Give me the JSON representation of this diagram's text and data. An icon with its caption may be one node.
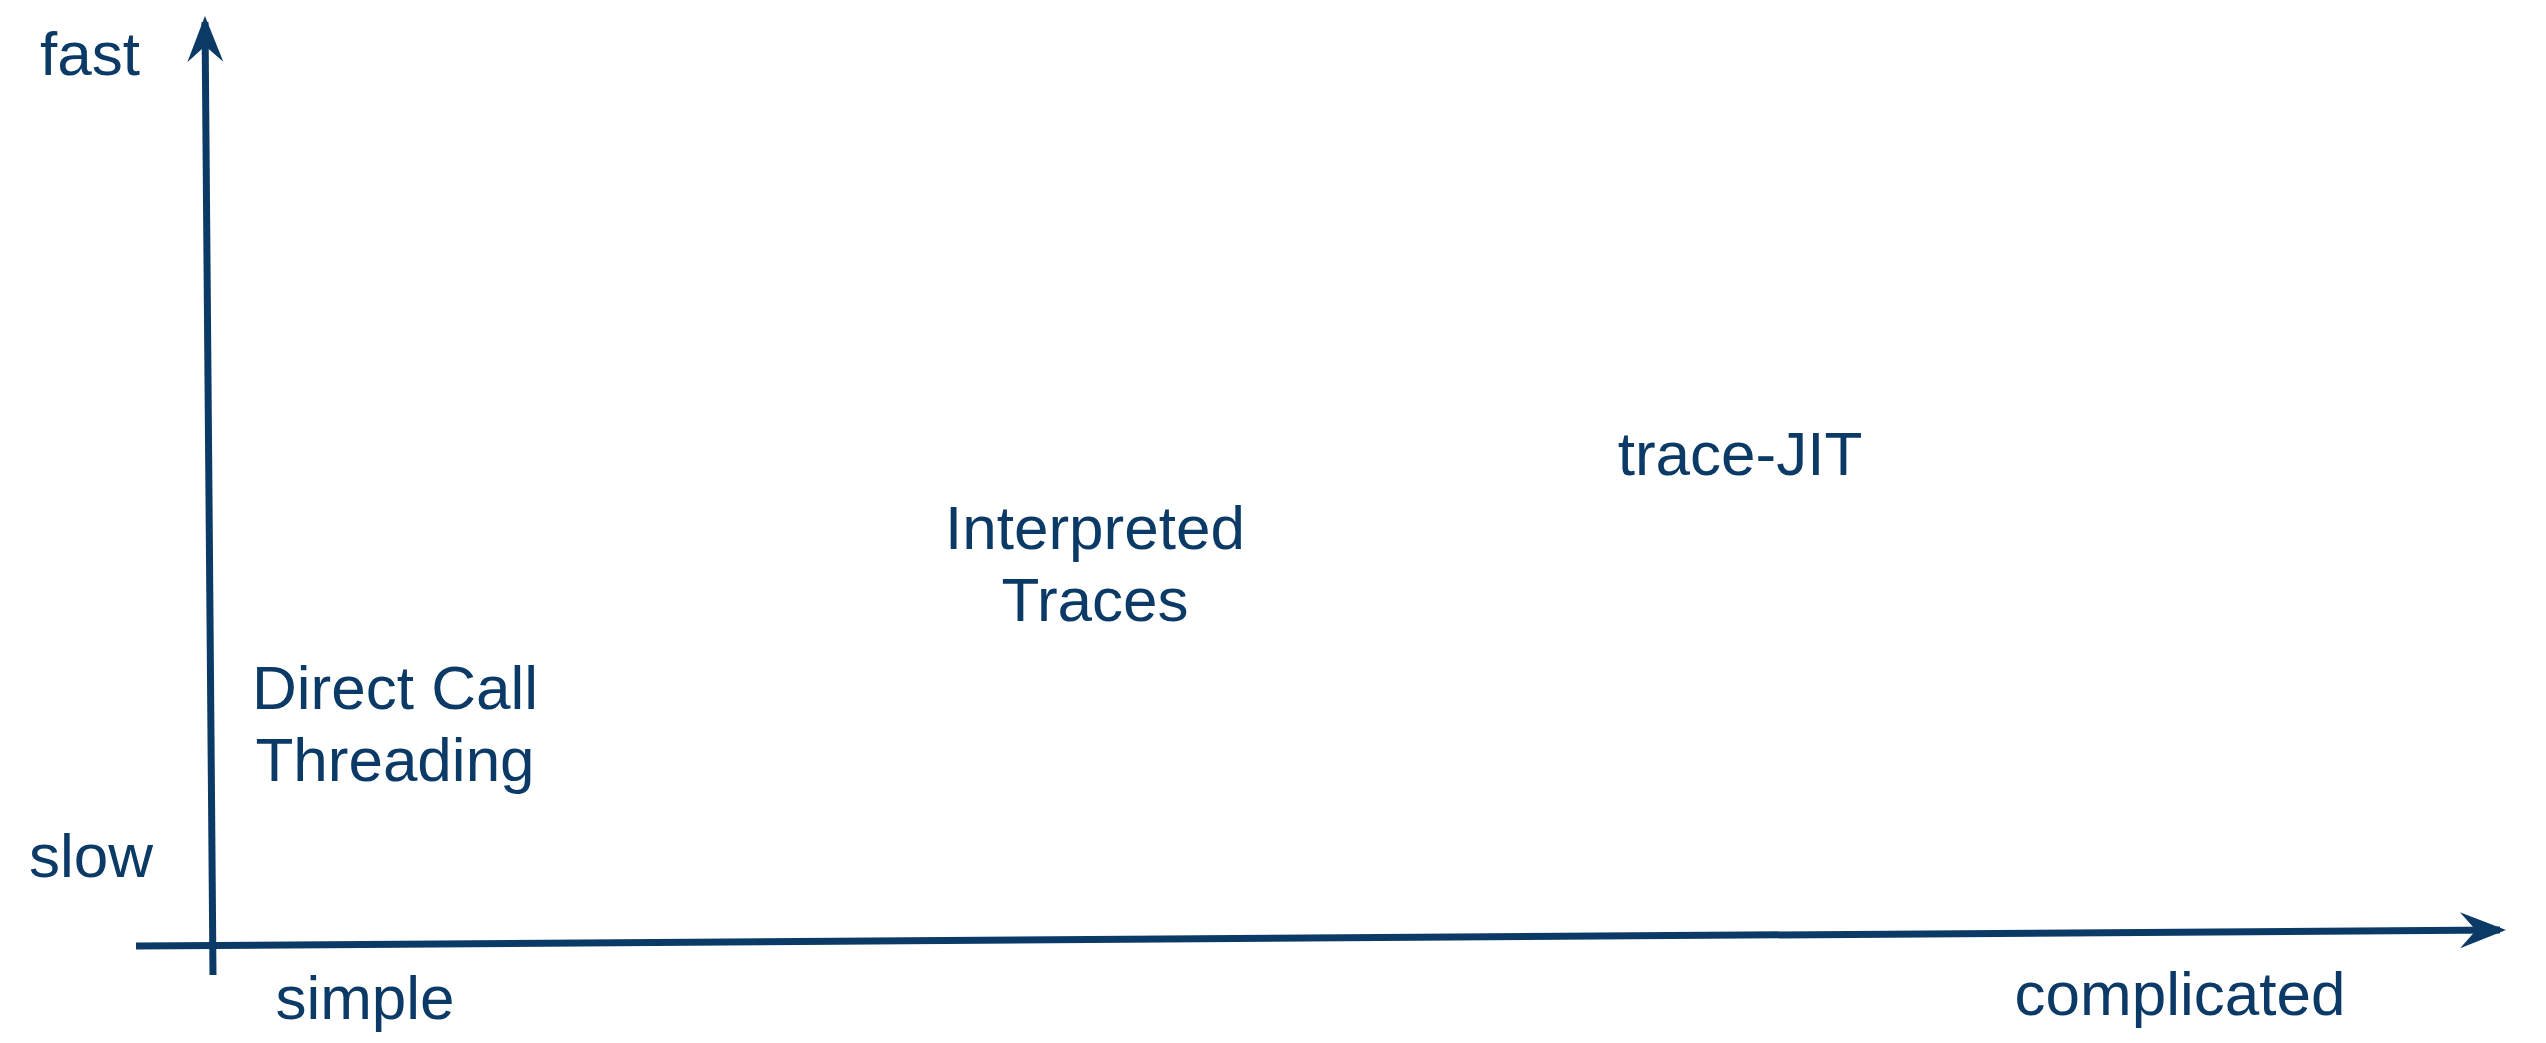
{
  "diagram": {
    "labels": [
      "fast",
      "Interpreted Traces",
      "trace-JIT",
      "Direct Call Threading",
      "slow",
      "simple",
      "complicated"
    ]
  }
}
